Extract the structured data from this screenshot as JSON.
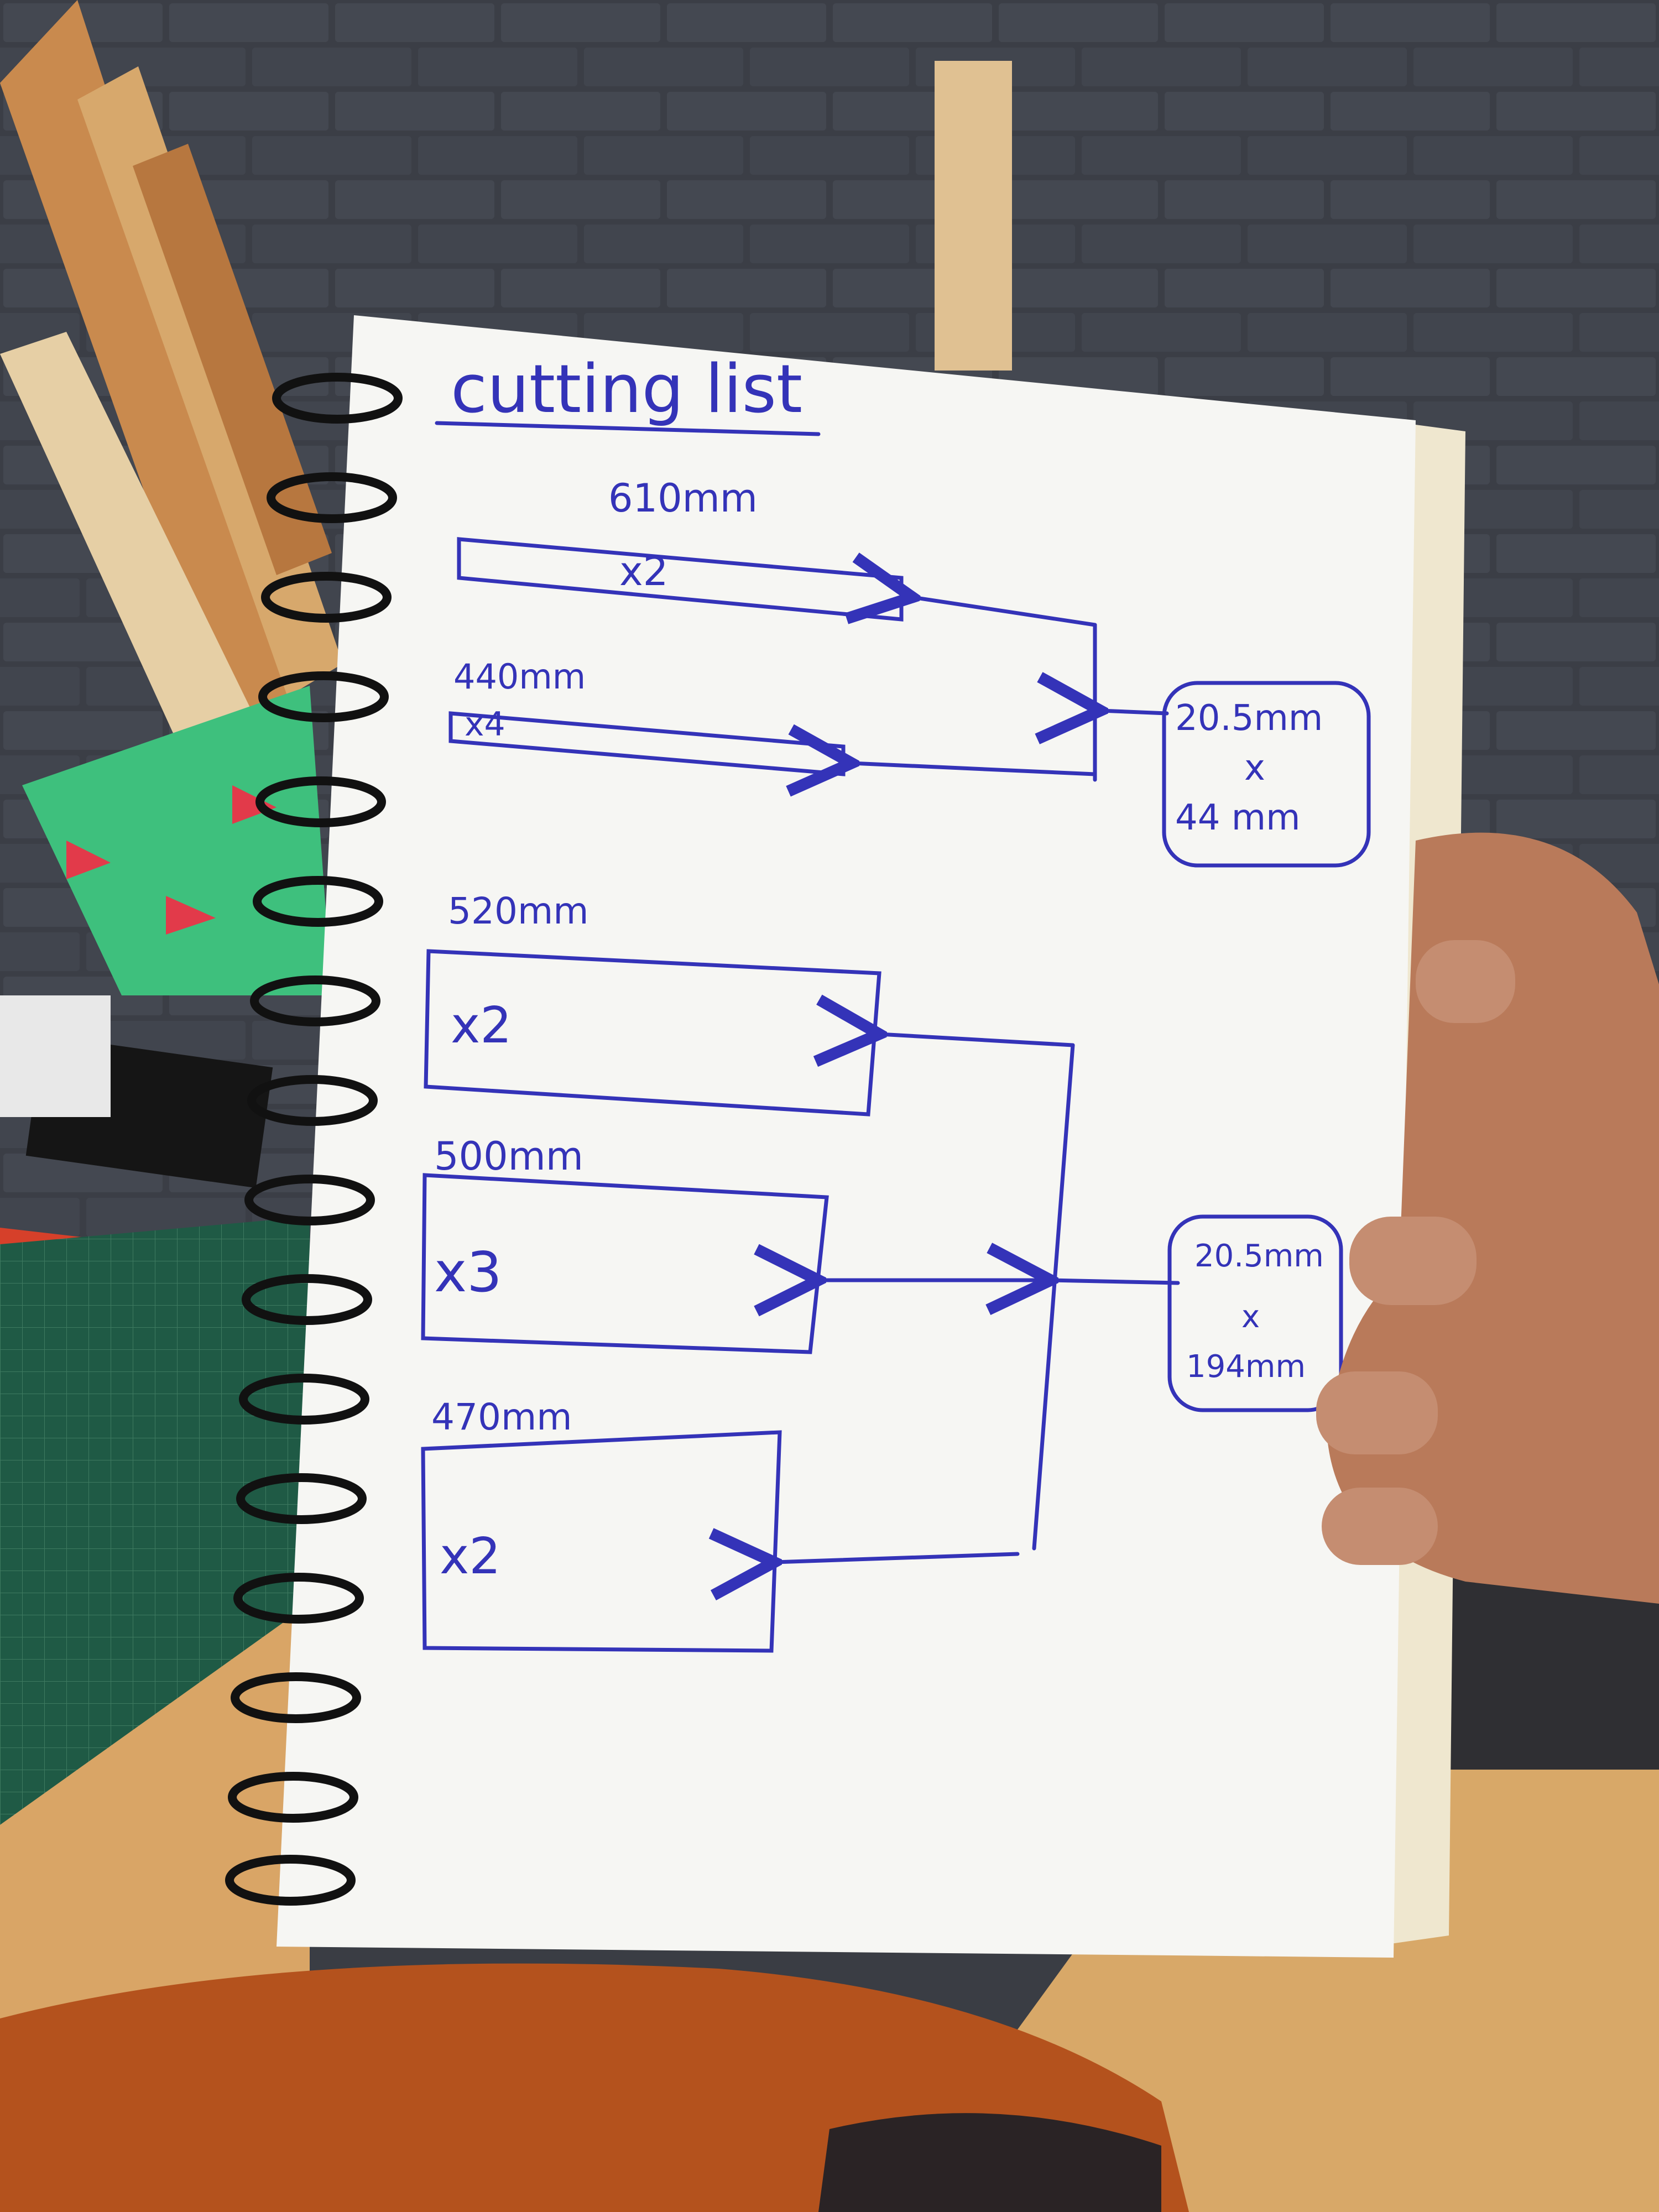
{
  "note": {
    "title": "cutting list",
    "ink_color": "#3433b8",
    "group_a": {
      "pieces": [
        {
          "length": "610mm",
          "qty": "x2"
        },
        {
          "length": "440mm",
          "qty": "x4"
        }
      ],
      "stock": {
        "line1": "20.5mm",
        "line2": "x",
        "line3": "44 mm"
      }
    },
    "group_b": {
      "pieces": [
        {
          "length": "520mm",
          "qty": "x2"
        },
        {
          "length": "500mm",
          "qty": "x3"
        },
        {
          "length": "470mm",
          "qty": "x2"
        }
      ],
      "stock": {
        "line1": "20.5mm",
        "line2": "x",
        "line3": "194mm"
      }
    }
  },
  "colors": {
    "wall": "#3a3d44",
    "paper": "#f6f6f3",
    "wood": "#d9a566",
    "cutting_mat": "#1f5a45",
    "skin": "#b97a5a",
    "sleeve": "#b4521d",
    "spiral": "#111111"
  }
}
